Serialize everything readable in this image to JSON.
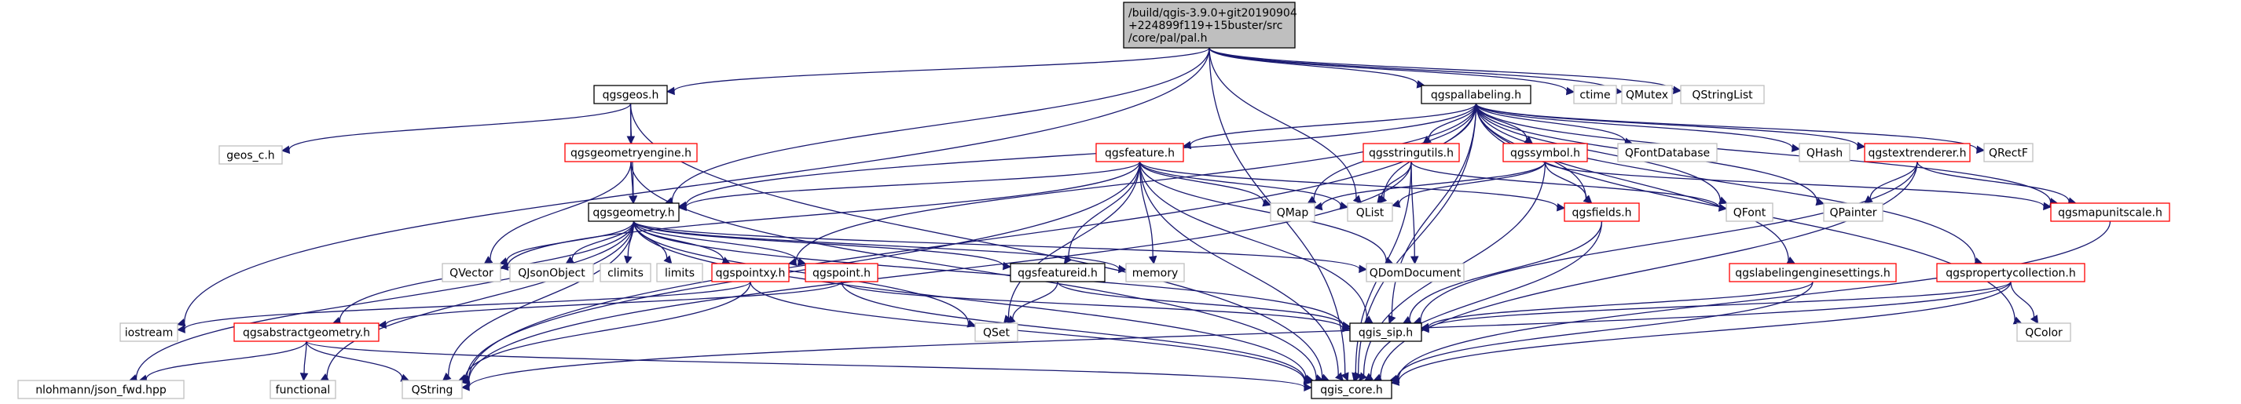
{
  "title": "/build/qgis-3.9.0+git20190904+224899f119+15buster/src/core/pal/pal.h",
  "colors": {
    "edge": "#191970",
    "root_fill": "#bfbfbf",
    "root_stroke": "#000000",
    "normal_stroke": "#000000",
    "truncated_stroke": "#ff0000",
    "leaf_stroke": "#bfbfbf",
    "leaf_text": "#000000"
  },
  "nodes": [
    {
      "id": "pal_h",
      "style": "root",
      "lines": [
        "/build/qgis-3.9.0+git20190904",
        "+224899f119+15buster/src",
        "/core/pal/pal.h"
      ]
    },
    {
      "id": "qgsgeos_h",
      "style": "normal",
      "lines": [
        "qgsgeos.h"
      ]
    },
    {
      "id": "qgspallabeling_h",
      "style": "normal",
      "lines": [
        "qgspallabeling.h"
      ]
    },
    {
      "id": "ctime",
      "style": "leaf",
      "lines": [
        "ctime"
      ]
    },
    {
      "id": "QMutex",
      "style": "leaf",
      "lines": [
        "QMutex"
      ]
    },
    {
      "id": "QStringList",
      "style": "leaf",
      "lines": [
        "QStringList"
      ]
    },
    {
      "id": "geos_c_h",
      "style": "leaf",
      "lines": [
        "geos_c.h"
      ]
    },
    {
      "id": "qgsgeometryengine_h",
      "style": "truncated",
      "lines": [
        "qgsgeometryengine.h"
      ]
    },
    {
      "id": "qgsfeature_h",
      "style": "truncated",
      "lines": [
        "qgsfeature.h"
      ]
    },
    {
      "id": "qgsstringutils_h",
      "style": "truncated",
      "lines": [
        "qgsstringutils.h"
      ]
    },
    {
      "id": "qgssymbol_h",
      "style": "truncated",
      "lines": [
        "qgssymbol.h"
      ]
    },
    {
      "id": "QFontDatabase",
      "style": "leaf",
      "lines": [
        "QFontDatabase"
      ]
    },
    {
      "id": "QHash",
      "style": "leaf",
      "lines": [
        "QHash"
      ]
    },
    {
      "id": "qgstextrenderer_h",
      "style": "truncated",
      "lines": [
        "qgstextrenderer.h"
      ]
    },
    {
      "id": "QRectF",
      "style": "leaf",
      "lines": [
        "QRectF"
      ]
    },
    {
      "id": "qgsgeometry_h",
      "style": "normal",
      "lines": [
        "qgsgeometry.h"
      ]
    },
    {
      "id": "QMap",
      "style": "leaf",
      "lines": [
        "QMap"
      ]
    },
    {
      "id": "QList",
      "style": "leaf",
      "lines": [
        "QList"
      ]
    },
    {
      "id": "qgsfields_h",
      "style": "truncated",
      "lines": [
        "qgsfields.h"
      ]
    },
    {
      "id": "QFont",
      "style": "leaf",
      "lines": [
        "QFont"
      ]
    },
    {
      "id": "QPainter",
      "style": "leaf",
      "lines": [
        "QPainter"
      ]
    },
    {
      "id": "qgsmapunitscale_h",
      "style": "truncated",
      "lines": [
        "qgsmapunitscale.h"
      ]
    },
    {
      "id": "QVector",
      "style": "leaf",
      "lines": [
        "QVector"
      ]
    },
    {
      "id": "QJsonObject",
      "style": "leaf",
      "lines": [
        "QJsonObject"
      ]
    },
    {
      "id": "climits",
      "style": "leaf",
      "lines": [
        "climits"
      ]
    },
    {
      "id": "limits",
      "style": "leaf",
      "lines": [
        "limits"
      ]
    },
    {
      "id": "qgspointxy_h",
      "style": "truncated",
      "lines": [
        "qgspointxy.h"
      ]
    },
    {
      "id": "qgspoint_h",
      "style": "truncated",
      "lines": [
        "qgspoint.h"
      ]
    },
    {
      "id": "qgsfeatureid_h",
      "style": "normal",
      "lines": [
        "qgsfeatureid.h"
      ]
    },
    {
      "id": "memory",
      "style": "leaf",
      "lines": [
        "memory"
      ]
    },
    {
      "id": "QDomDocument",
      "style": "leaf",
      "lines": [
        "QDomDocument"
      ]
    },
    {
      "id": "qgslabelingenginesettings_h",
      "style": "truncated",
      "lines": [
        "qgslabelingenginesettings.h"
      ]
    },
    {
      "id": "qgspropertycollection_h",
      "style": "truncated",
      "lines": [
        "qgspropertycollection.h"
      ]
    },
    {
      "id": "iostream",
      "style": "leaf",
      "lines": [
        "iostream"
      ]
    },
    {
      "id": "qgsabstractgeometry_h",
      "style": "truncated",
      "lines": [
        "qgsabstractgeometry.h"
      ]
    },
    {
      "id": "QSet",
      "style": "leaf",
      "lines": [
        "QSet"
      ]
    },
    {
      "id": "qgis_sip_h",
      "style": "normal",
      "lines": [
        "qgis_sip.h"
      ]
    },
    {
      "id": "QColor",
      "style": "leaf",
      "lines": [
        "QColor"
      ]
    },
    {
      "id": "nlohmann_json_fwd_hpp",
      "style": "leaf",
      "lines": [
        "nlohmann/json_fwd.hpp"
      ]
    },
    {
      "id": "functional",
      "style": "leaf",
      "lines": [
        "functional"
      ]
    },
    {
      "id": "QString",
      "style": "leaf",
      "lines": [
        "QString"
      ]
    },
    {
      "id": "qgis_core_h",
      "style": "normal",
      "lines": [
        "qgis_core.h"
      ]
    }
  ],
  "edges": [
    [
      "pal_h",
      "qgsgeos_h"
    ],
    [
      "pal_h",
      "qgspallabeling_h"
    ],
    [
      "pal_h",
      "ctime"
    ],
    [
      "pal_h",
      "QMutex"
    ],
    [
      "pal_h",
      "QStringList"
    ],
    [
      "pal_h",
      "QList"
    ],
    [
      "pal_h",
      "iostream"
    ],
    [
      "pal_h",
      "qgis_core_h"
    ],
    [
      "pal_h",
      "qgsgeometry_h"
    ],
    [
      "qgsgeos_h",
      "geos_c_h"
    ],
    [
      "qgsgeos_h",
      "qgsgeometryengine_h"
    ],
    [
      "qgsgeos_h",
      "qgsgeometry_h"
    ],
    [
      "qgsgeos_h",
      "qgis_core_h"
    ],
    [
      "qgspallabeling_h",
      "qgsfeature_h"
    ],
    [
      "qgspallabeling_h",
      "qgsstringutils_h"
    ],
    [
      "qgspallabeling_h",
      "qgssymbol_h"
    ],
    [
      "qgspallabeling_h",
      "QFontDatabase"
    ],
    [
      "qgspallabeling_h",
      "QHash"
    ],
    [
      "qgspallabeling_h",
      "qgstextrenderer_h"
    ],
    [
      "qgspallabeling_h",
      "QRectF"
    ],
    [
      "qgspallabeling_h",
      "qgsgeometry_h"
    ],
    [
      "qgspallabeling_h",
      "QMap"
    ],
    [
      "qgspallabeling_h",
      "QList"
    ],
    [
      "qgspallabeling_h",
      "qgsfields_h"
    ],
    [
      "qgspallabeling_h",
      "QFont"
    ],
    [
      "qgspallabeling_h",
      "QPainter"
    ],
    [
      "qgspallabeling_h",
      "qgsmapunitscale_h"
    ],
    [
      "qgspallabeling_h",
      "qgslabelingenginesettings_h"
    ],
    [
      "qgspallabeling_h",
      "qgspropertycollection_h"
    ],
    [
      "qgspallabeling_h",
      "QColor"
    ],
    [
      "qgspallabeling_h",
      "qgis_sip_h"
    ],
    [
      "qgspallabeling_h",
      "qgis_core_h"
    ],
    [
      "qgspallabeling_h",
      "qgspointxy_h"
    ],
    [
      "qgspallabeling_h",
      "QString"
    ],
    [
      "qgsgeometryengine_h",
      "qgsgeometry_h"
    ],
    [
      "qgsgeometryengine_h",
      "QVector"
    ],
    [
      "qgsgeometryengine_h",
      "qgis_core_h"
    ],
    [
      "qgsfeature_h",
      "qgsgeometry_h"
    ],
    [
      "qgsfeature_h",
      "QMap"
    ],
    [
      "qgsfeature_h",
      "QList"
    ],
    [
      "qgsfeature_h",
      "qgsfields_h"
    ],
    [
      "qgsfeature_h",
      "qgsfeatureid_h"
    ],
    [
      "qgsfeature_h",
      "memory"
    ],
    [
      "qgsfeature_h",
      "QSet"
    ],
    [
      "qgsfeature_h",
      "qgis_sip_h"
    ],
    [
      "qgsfeature_h",
      "qgis_core_h"
    ],
    [
      "qgsfeature_h",
      "QVector"
    ],
    [
      "qgsfeature_h",
      "QDomDocument"
    ],
    [
      "qgsfeature_h",
      "QString"
    ],
    [
      "qgsstringutils_h",
      "QList"
    ],
    [
      "qgsstringutils_h",
      "QDomDocument"
    ],
    [
      "qgsstringutils_h",
      "QFont"
    ],
    [
      "qgsstringutils_h",
      "qgis_core_h"
    ],
    [
      "qgsstringutils_h",
      "QString"
    ],
    [
      "qgssymbol_h",
      "QMap"
    ],
    [
      "qgssymbol_h",
      "QList"
    ],
    [
      "qgssymbol_h",
      "qgsfields_h"
    ],
    [
      "qgssymbol_h",
      "qgsmapunitscale_h"
    ],
    [
      "qgssymbol_h",
      "qgis_core_h"
    ],
    [
      "qgstextrenderer_h",
      "QPainter"
    ],
    [
      "qgstextrenderer_h",
      "qgsmapunitscale_h"
    ],
    [
      "qgstextrenderer_h",
      "qgis_sip_h"
    ],
    [
      "qgstextrenderer_h",
      "qgis_core_h"
    ],
    [
      "qgsgeometry_h",
      "QVector"
    ],
    [
      "qgsgeometry_h",
      "QJsonObject"
    ],
    [
      "qgsgeometry_h",
      "climits"
    ],
    [
      "qgsgeometry_h",
      "limits"
    ],
    [
      "qgsgeometry_h",
      "qgspointxy_h"
    ],
    [
      "qgsgeometry_h",
      "qgspoint_h"
    ],
    [
      "qgsgeometry_h",
      "qgsfeatureid_h"
    ],
    [
      "qgsgeometry_h",
      "memory"
    ],
    [
      "qgsgeometry_h",
      "QDomDocument"
    ],
    [
      "qgsgeometry_h",
      "qgsabstractgeometry_h"
    ],
    [
      "qgsgeometry_h",
      "QSet"
    ],
    [
      "qgsgeometry_h",
      "qgis_sip_h"
    ],
    [
      "qgsgeometry_h",
      "nlohmann_json_fwd_hpp"
    ],
    [
      "qgsgeometry_h",
      "functional"
    ],
    [
      "qgsgeometry_h",
      "QString"
    ],
    [
      "qgsgeometry_h",
      "qgis_core_h"
    ],
    [
      "qgsfields_h",
      "qgis_sip_h"
    ],
    [
      "qgsfields_h",
      "qgis_core_h"
    ],
    [
      "qgsmapunitscale_h",
      "qgis_core_h"
    ],
    [
      "qgspointxy_h",
      "iostream"
    ],
    [
      "qgspointxy_h",
      "QString"
    ],
    [
      "qgspointxy_h",
      "qgis_core_h"
    ],
    [
      "qgspoint_h",
      "qgsabstractgeometry_h"
    ],
    [
      "qgspoint_h",
      "qgis_sip_h"
    ],
    [
      "qgspoint_h",
      "qgis_core_h"
    ],
    [
      "qgsfeatureid_h",
      "QSet"
    ],
    [
      "qgsfeatureid_h",
      "qgis_sip_h"
    ],
    [
      "qgslabelingenginesettings_h",
      "qgis_sip_h"
    ],
    [
      "qgslabelingenginesettings_h",
      "qgis_core_h"
    ],
    [
      "qgspropertycollection_h",
      "QColor"
    ],
    [
      "qgspropertycollection_h",
      "qgis_sip_h"
    ],
    [
      "qgspropertycollection_h",
      "qgis_core_h"
    ],
    [
      "qgspropertycollection_h",
      "QString"
    ],
    [
      "qgsabstractgeometry_h",
      "nlohmann_json_fwd_hpp"
    ],
    [
      "qgsabstractgeometry_h",
      "functional"
    ],
    [
      "qgsabstractgeometry_h",
      "QString"
    ],
    [
      "qgsabstractgeometry_h",
      "qgis_core_h"
    ]
  ]
}
